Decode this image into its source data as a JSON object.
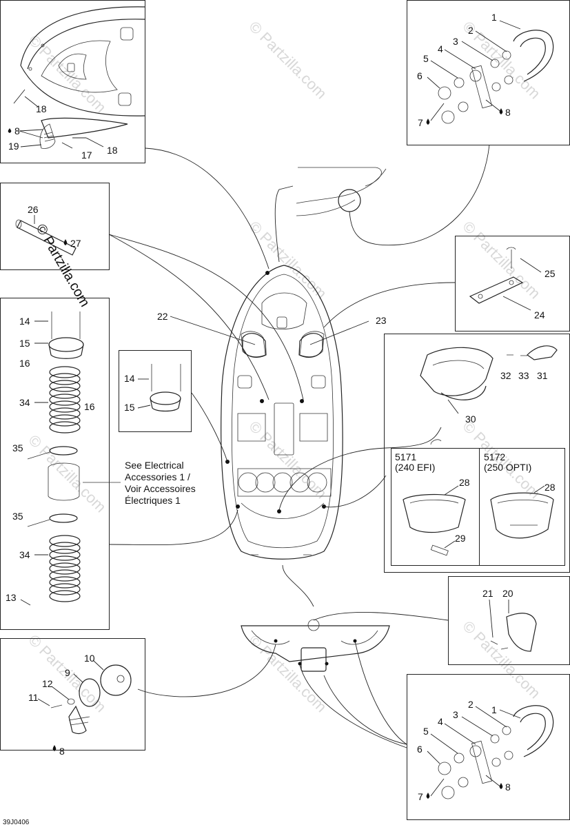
{
  "watermark": "© Partzilla.com",
  "diagram_code": "39J0406",
  "note": {
    "line1": "See Electrical",
    "line2": "Accessories 1 /",
    "line3": "Voir Accessoires",
    "line4": "Électriques 1"
  },
  "variants": {
    "left_code": "5171",
    "left_engine": "(240 EFI)",
    "right_code": "5172",
    "right_engine": "(250 OPTI)"
  },
  "callouts": {
    "c1": "1",
    "c2": "2",
    "c3": "3",
    "c4": "4",
    "c5": "5",
    "c6": "6",
    "c7": "7",
    "c8": "8",
    "c9": "9",
    "c10": "10",
    "c11": "11",
    "c12": "12",
    "c13": "13",
    "c14": "14",
    "c15": "15",
    "c16": "16",
    "c17": "17",
    "c18": "18",
    "c19": "19",
    "c20": "20",
    "c21": "21",
    "c22": "22",
    "c23": "23",
    "c24": "24",
    "c25": "25",
    "c26": "26",
    "c27": "27",
    "c28": "28",
    "c29": "29",
    "c30": "30",
    "c31": "31",
    "c32": "32",
    "c33": "33",
    "c34": "34",
    "c35": "35"
  },
  "icons": {
    "lubricant": "drop-icon"
  }
}
